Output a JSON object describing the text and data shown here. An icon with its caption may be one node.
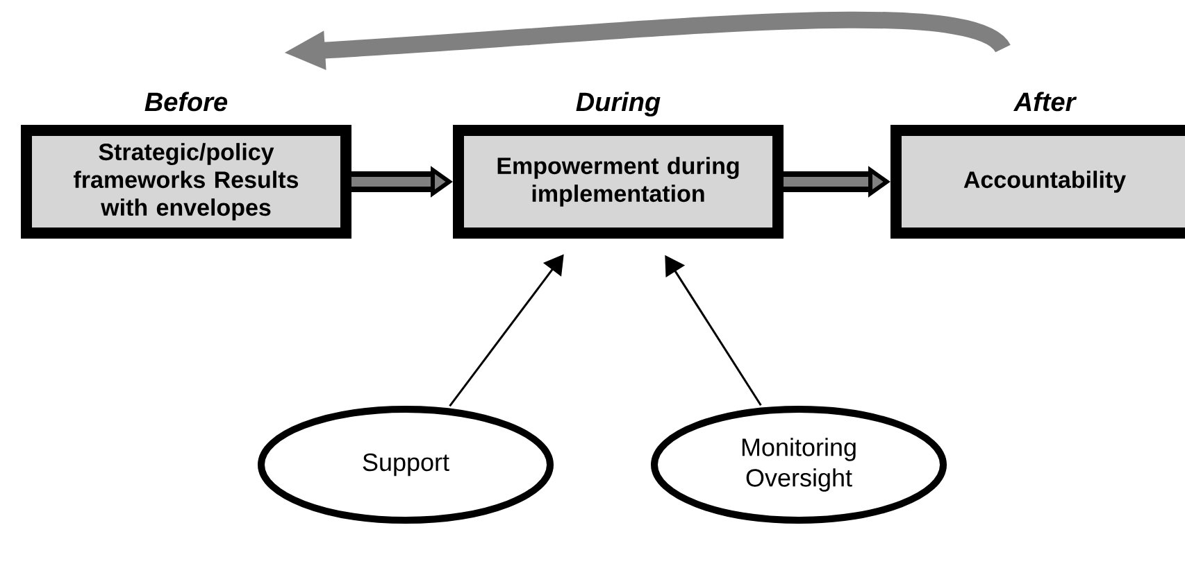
{
  "diagram": {
    "nodes": [
      {
        "text": [
          "Before",
          "Strategic/policy frameworks Results with envelopes"
        ]
      },
      {
        "text": [
          "During",
          "Empowerment during implementation"
        ]
      },
      {
        "text": [
          "After",
          "Accountability"
        ]
      },
      {
        "text": [
          "Support"
        ]
      },
      {
        "text": [
          "Monitoring Oversight"
        ]
      }
    ],
    "edges": [
      {
        "from": 0,
        "to": 1,
        "arrow": "to"
      },
      {
        "from": 1,
        "to": 2,
        "arrow": "to"
      },
      {
        "from": 3,
        "to": 1,
        "arrow": "to"
      },
      {
        "from": 4,
        "to": 1,
        "arrow": "to"
      },
      {
        "from": 2,
        "to": 0,
        "arrow": "to",
        "color": "#808080"
      }
    ]
  }
}
